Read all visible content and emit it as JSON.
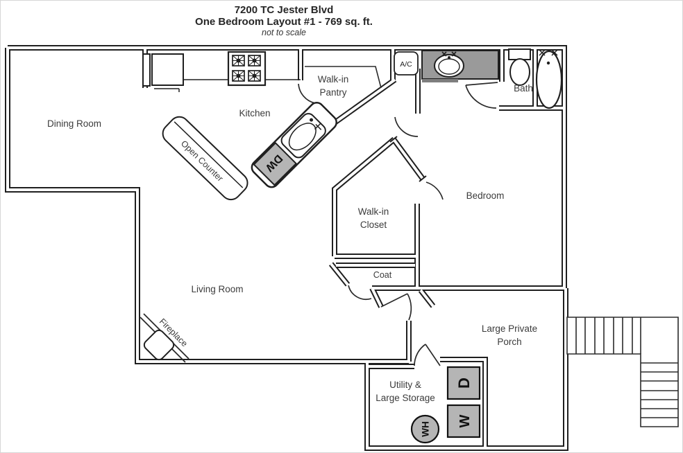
{
  "title": {
    "address": "7200 TC Jester Blvd",
    "layout": "One Bedroom Layout #1 - 769 sq. ft.",
    "scale_note": "not to scale"
  },
  "rooms": {
    "dining": "Dining Room",
    "kitchen": "Kitchen",
    "pantry": [
      "Walk-in",
      "Pantry"
    ],
    "bath": "Bath",
    "bedroom": "Bedroom",
    "closet": [
      "Walk-in",
      "Closet"
    ],
    "coat": "Coat",
    "living": "Living Room",
    "porch": [
      "Large Private",
      "Porch"
    ],
    "utility": [
      "Utility &",
      "Large Storage"
    ]
  },
  "fixtures": {
    "ac": "A/C",
    "dishwasher": "DW",
    "dryer": "D",
    "washer": "W",
    "water_heater": "WH",
    "fireplace": "Fireplace",
    "open_counter": "Open Counter"
  },
  "colors": {
    "wall": "#1f1f1f",
    "label": "#3b3b3b",
    "appliance_fill": "#b5b5b5",
    "vanity_fill": "#9a9a9a",
    "background": "#ffffff"
  }
}
